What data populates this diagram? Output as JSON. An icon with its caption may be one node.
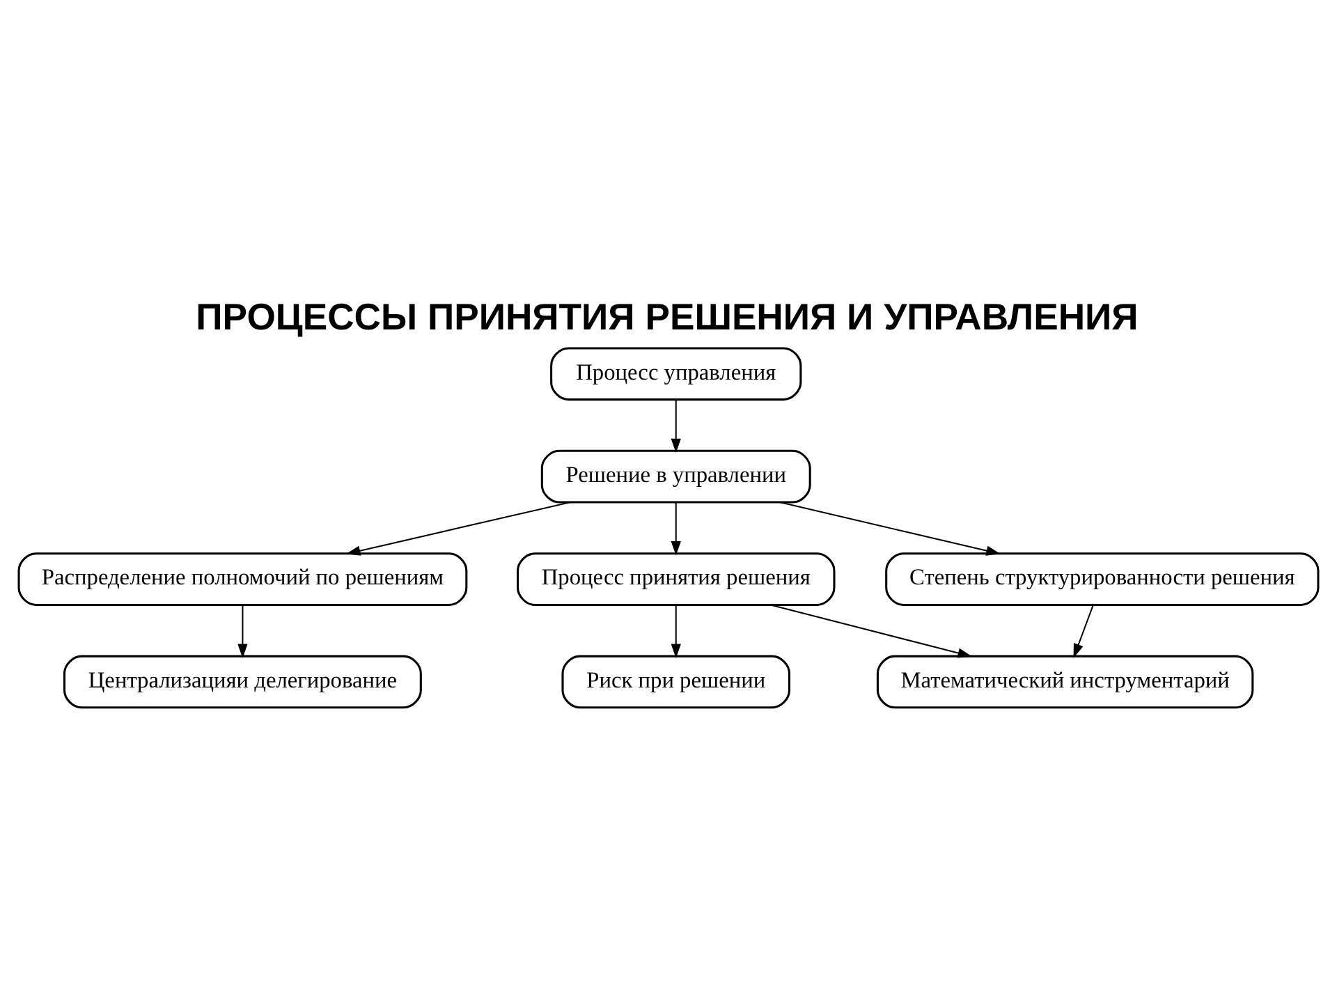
{
  "diagram": {
    "title": "ПРОЦЕССЫ ПРИНЯТИЯ РЕШЕНИЯ И УПРАВЛЕНИЯ",
    "nodes": [
      {
        "text": [
          "Процесс управления"
        ]
      },
      {
        "text": [
          "Решение в управлении"
        ]
      },
      {
        "text": [
          "Распределение полномочий по решениям"
        ]
      },
      {
        "text": [
          "Процесс принятия решения"
        ]
      },
      {
        "text": [
          "Степень структурированности решения"
        ]
      },
      {
        "text": [
          "Централизацияи делегирование"
        ]
      },
      {
        "text": [
          "Риск при решении"
        ]
      },
      {
        "text": [
          "Математический инструментарий"
        ]
      }
    ],
    "edges": [
      {
        "from": 0,
        "to": 1,
        "arrow": "to"
      },
      {
        "from": 1,
        "to": 2,
        "arrow": "to"
      },
      {
        "from": 1,
        "to": 3,
        "arrow": "to"
      },
      {
        "from": 1,
        "to": 4,
        "arrow": "to"
      },
      {
        "from": 2,
        "to": 5,
        "arrow": "to"
      },
      {
        "from": 3,
        "to": 6,
        "arrow": "to"
      },
      {
        "from": 3,
        "to": 7,
        "arrow": "to"
      },
      {
        "from": 4,
        "to": 7,
        "arrow": "to"
      }
    ]
  }
}
